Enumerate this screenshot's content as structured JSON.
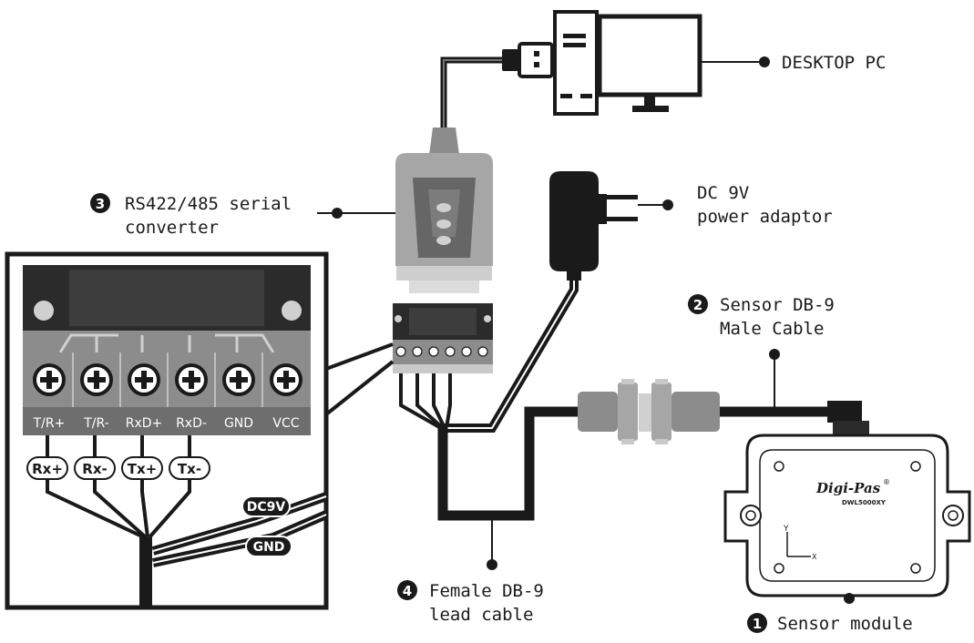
{
  "labels": {
    "desktop_pc": "DESKTOP PC",
    "converter_num": "3",
    "converter_line1": "RS422/485 serial",
    "converter_line2": "converter",
    "adaptor_line1": "DC 9V",
    "adaptor_line2": "power adaptor",
    "male_cable_num": "2",
    "male_cable_line1": "Sensor DB-9",
    "male_cable_line2": "Male Cable",
    "female_cable_num": "4",
    "female_cable_line1": "Female DB-9",
    "female_cable_line2": "lead cable",
    "sensor_num": "1",
    "sensor_label": "Sensor module"
  },
  "terminals": [
    "T/R+",
    "T/R-",
    "RxD+",
    "RxD-",
    "GND",
    "VCC"
  ],
  "wire_tags": [
    "Rx+",
    "Rx-",
    "Tx+",
    "Tx-"
  ],
  "power_tags": {
    "dc": "DC9V",
    "gnd": "GND"
  },
  "sensor": {
    "brand": "Digi-Pas",
    "reg": "®",
    "model": "DWL5000XY",
    "axis_y": "Y",
    "axis_x": "X"
  },
  "colors": {
    "ink": "#1a1a1a",
    "dark_panel": "#2b2b2b",
    "mid_grey": "#8c8c8c",
    "light_grey": "#c9c9c9",
    "module_fill": "#ffffff"
  }
}
